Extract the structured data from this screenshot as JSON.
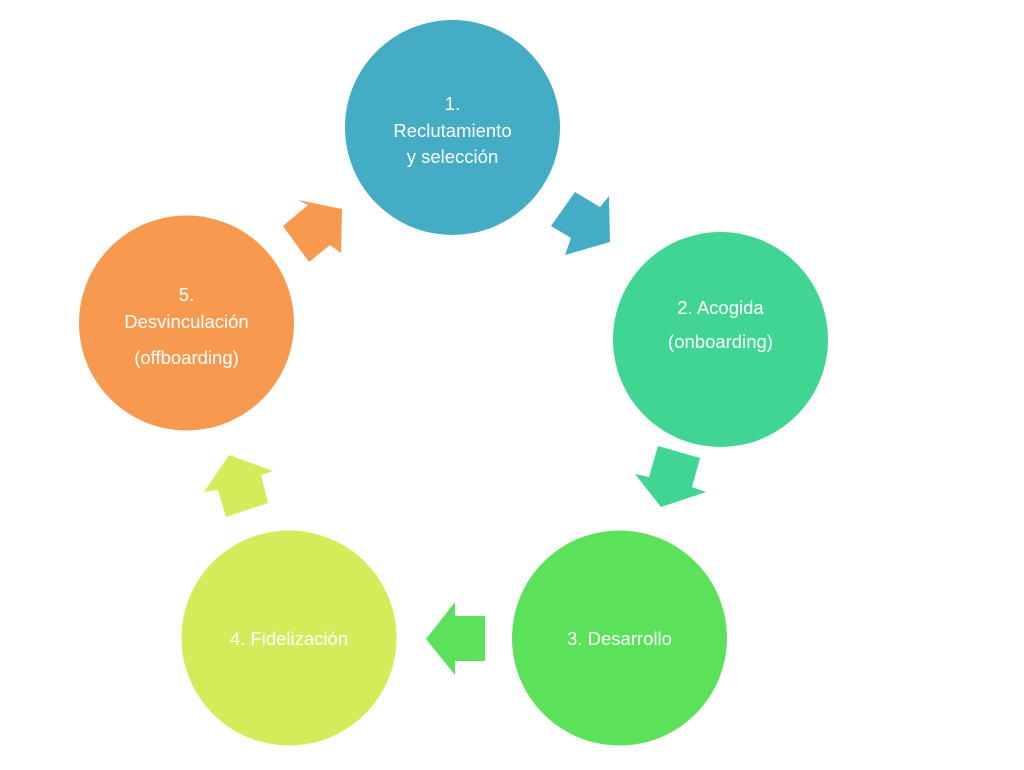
{
  "diagram": {
    "type": "cycle",
    "title": "",
    "nodes": [
      {
        "id": "step-1",
        "number": "1.",
        "lines": [
          "1.",
          "Reclutamiento",
          "y selección"
        ],
        "label": "Reclutamiento y selección",
        "color": "#44ADC5"
      },
      {
        "id": "step-2",
        "number": "2.",
        "lines": [
          "2. Acogida",
          "(onboarding)"
        ],
        "label": "Acogida (onboarding)",
        "color": "#41D594"
      },
      {
        "id": "step-3",
        "number": "3.",
        "lines": [
          "3. Desarrollo"
        ],
        "label": "Desarrollo",
        "color": "#5CE15A"
      },
      {
        "id": "step-4",
        "number": "4.",
        "lines": [
          "4. Fidelización"
        ],
        "label": "Fidelización",
        "color": "#D5EB5A"
      },
      {
        "id": "step-5",
        "number": "5.",
        "lines": [
          "5.",
          "Desvinculación",
          "(offboarding)"
        ],
        "label": "Desvinculación (offboarding)",
        "color": "#F79A50"
      }
    ],
    "edges": [
      {
        "from": "step-1",
        "to": "step-2",
        "color": "#44ADC5"
      },
      {
        "from": "step-2",
        "to": "step-3",
        "color": "#41D594"
      },
      {
        "from": "step-3",
        "to": "step-4",
        "color": "#5CE15A"
      },
      {
        "from": "step-4",
        "to": "step-5",
        "color": "#D5EB5A"
      },
      {
        "from": "step-5",
        "to": "step-1",
        "color": "#F79A50"
      }
    ]
  }
}
